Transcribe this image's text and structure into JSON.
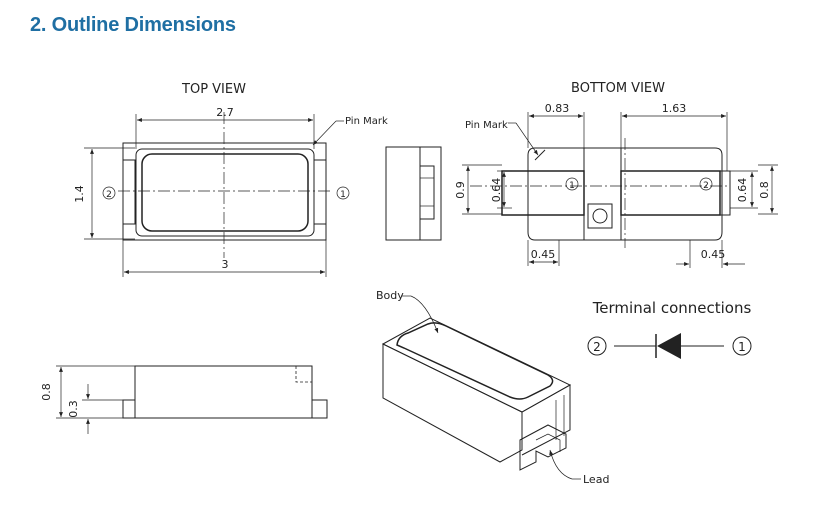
{
  "section_title": "2. Outline Dimensions",
  "top_view": {
    "title": "TOP VIEW",
    "dim_width": "2.7",
    "dim_length": "3",
    "dim_height": "1.4",
    "pin_mark": "Pin Mark",
    "pin_left": "2",
    "pin_right": "1"
  },
  "bottom_view": {
    "title": "BOTTOM VIEW",
    "dim_top_left": "0.83",
    "dim_top_right": "1.63",
    "pin_mark": "Pin Mark",
    "dim_left_outer": "0.9",
    "dim_left_inner": "0.64",
    "dim_right_inner": "0.64",
    "dim_right_outer": "0.8",
    "dim_bottom_left": "0.45",
    "dim_bottom_right": "0.45",
    "pin_left": "1",
    "pin_right": "2"
  },
  "side_view": {
    "dim_total": "0.8",
    "dim_lead": "0.3"
  },
  "iso_view": {
    "body_label": "Body",
    "lead_label": "Lead"
  },
  "terminal": {
    "title": "Terminal connections",
    "left_pin": "2",
    "right_pin": "1"
  }
}
